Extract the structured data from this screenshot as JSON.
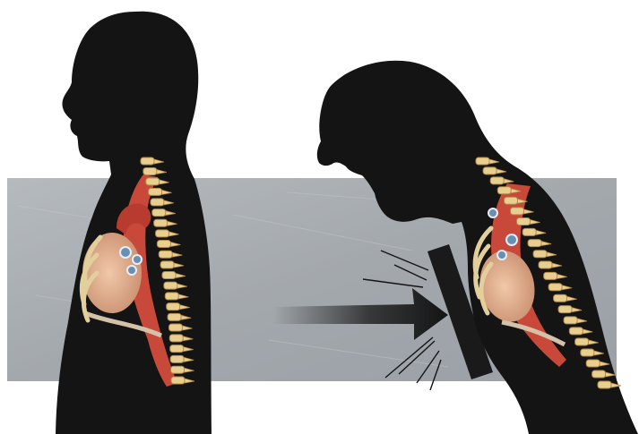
{
  "illustration": {
    "left_figure": "upright-person-silhouette",
    "right_figure": "bent-person-silhouette",
    "impact_object": "steering-wheel-bar",
    "arrow": "impact-direction-arrow"
  },
  "colors": {
    "background": "#ffffff",
    "panel": "#a6abb0",
    "silhouette": "#141414",
    "bone": "#e8cf90",
    "bone_dark": "#b38a48",
    "aorta": "#c8483a",
    "heart": "#e0b494",
    "vessel": "#6a8fb5",
    "impact_bar": "#1a1a1a"
  }
}
